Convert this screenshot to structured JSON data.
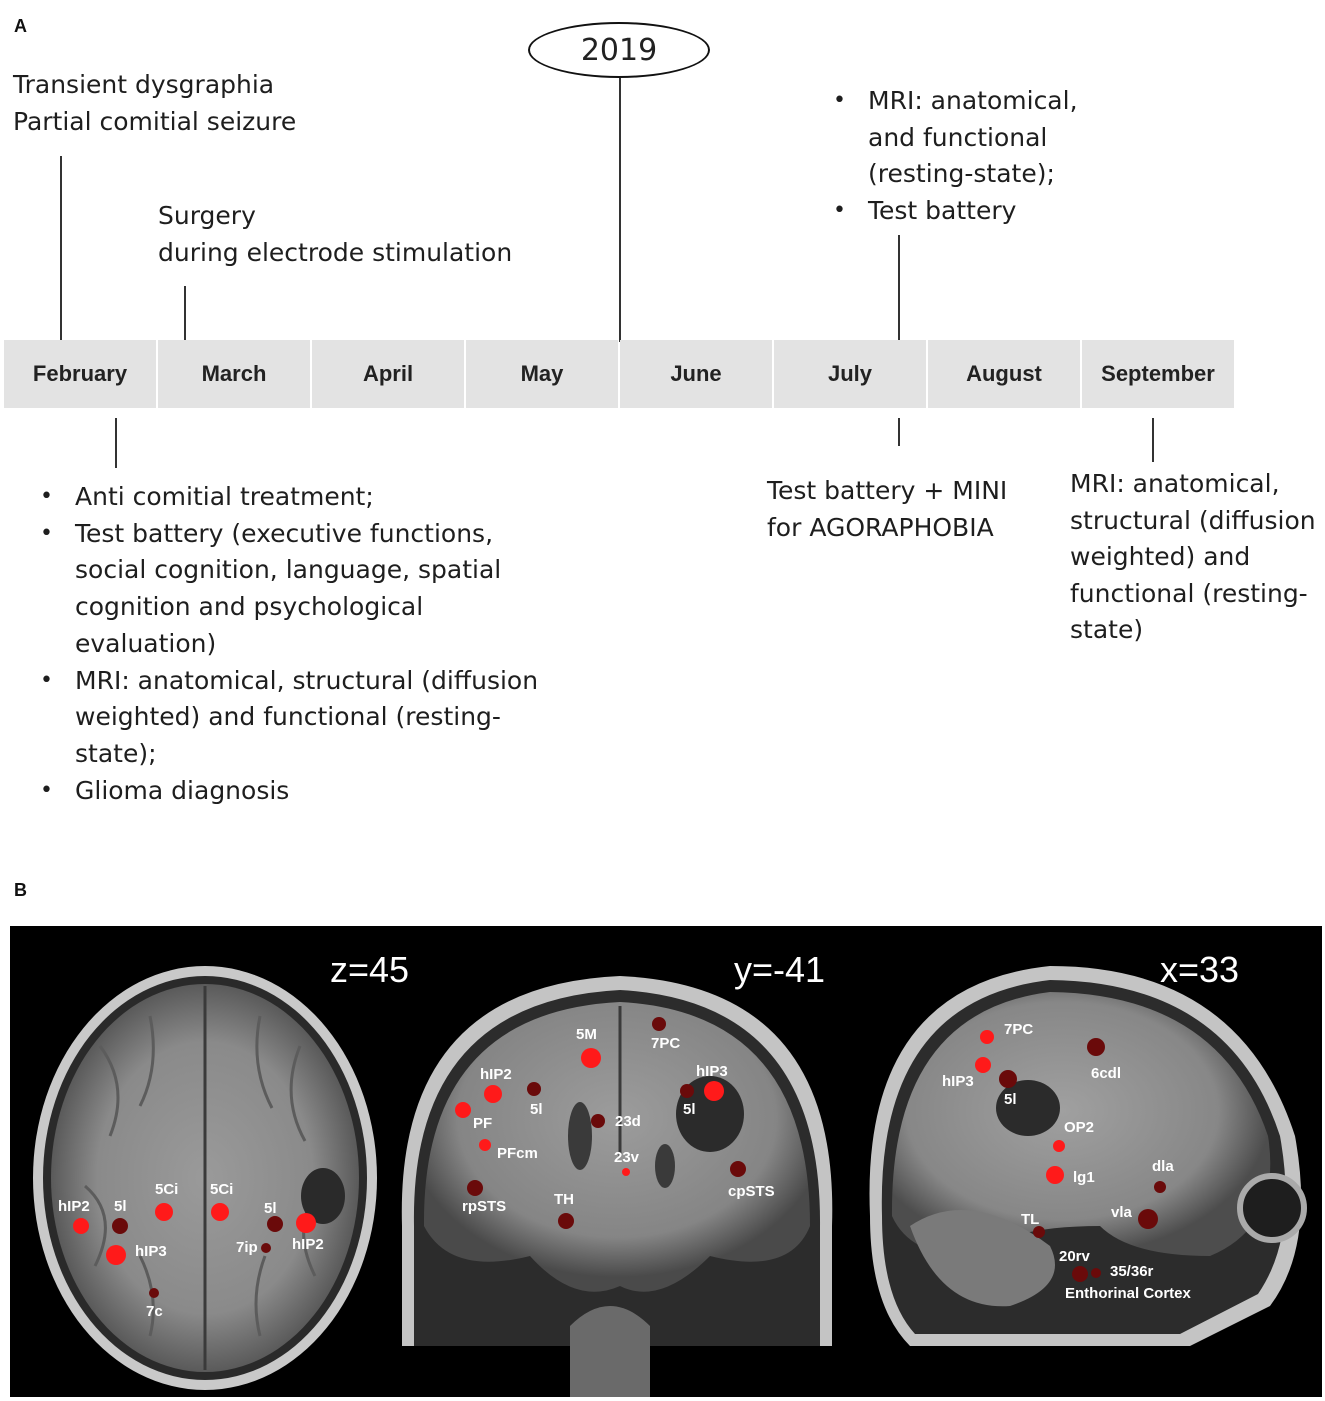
{
  "panel_a": {
    "letter": "A",
    "year": "2019",
    "months": [
      "February",
      "March",
      "April",
      "May",
      "June",
      "July",
      "August",
      "September"
    ],
    "above": {
      "feb_line1": "Transient dysgraphia",
      "feb_line2": "Partial comitial seizure",
      "march_line1": "Surgery",
      "march_line2": "during electrode stimulation",
      "july_bullets": [
        "MRI: anatomical,",
        "and functional",
        "(resting-state);",
        "Test battery"
      ]
    },
    "below": {
      "feb_bullets": [
        [
          "Anti comitial treatment;"
        ],
        [
          "Test battery (executive functions,",
          "social cognition, language, spatial",
          "cognition and psychological",
          "evaluation)"
        ],
        [
          "MRI: anatomical, structural (diffusion",
          "weighted) and functional (resting-",
          "state);"
        ],
        [
          "Glioma diagnosis"
        ]
      ],
      "july_line1": "Test battery + MINI",
      "july_line2": "for AGORAPHOBIA",
      "sept_lines": [
        "MRI: anatomical,",
        "structural (diffusion",
        "weighted) and",
        "functional (resting-",
        "state)"
      ]
    }
  },
  "panel_b": {
    "letter": "B",
    "slices": [
      {
        "coord": "z=45",
        "labels": [
          "hIP2",
          "5l",
          "5Ci",
          "5Ci",
          "5l",
          "7ip",
          "hIP2",
          "hIP3",
          "7c"
        ]
      },
      {
        "coord": "y=-41",
        "labels": [
          "5M",
          "7PC",
          "hIP2",
          "hIP3",
          "5l",
          "5l",
          "PF",
          "23d",
          "PFcm",
          "23v",
          "cpSTS",
          "rpSTS",
          "TH"
        ]
      },
      {
        "coord": "x=33",
        "labels": [
          "7PC",
          "hIP3",
          "5l",
          "6cdl",
          "OP2",
          "lg1",
          "dla",
          "TL",
          "vla",
          "20rv",
          "35/36r",
          "Enthorinal Cortex"
        ]
      }
    ],
    "colors": {
      "bright_roi": "#ff1a1a",
      "dark_roi": "#6a0a0a",
      "label": "#ffffff"
    }
  }
}
